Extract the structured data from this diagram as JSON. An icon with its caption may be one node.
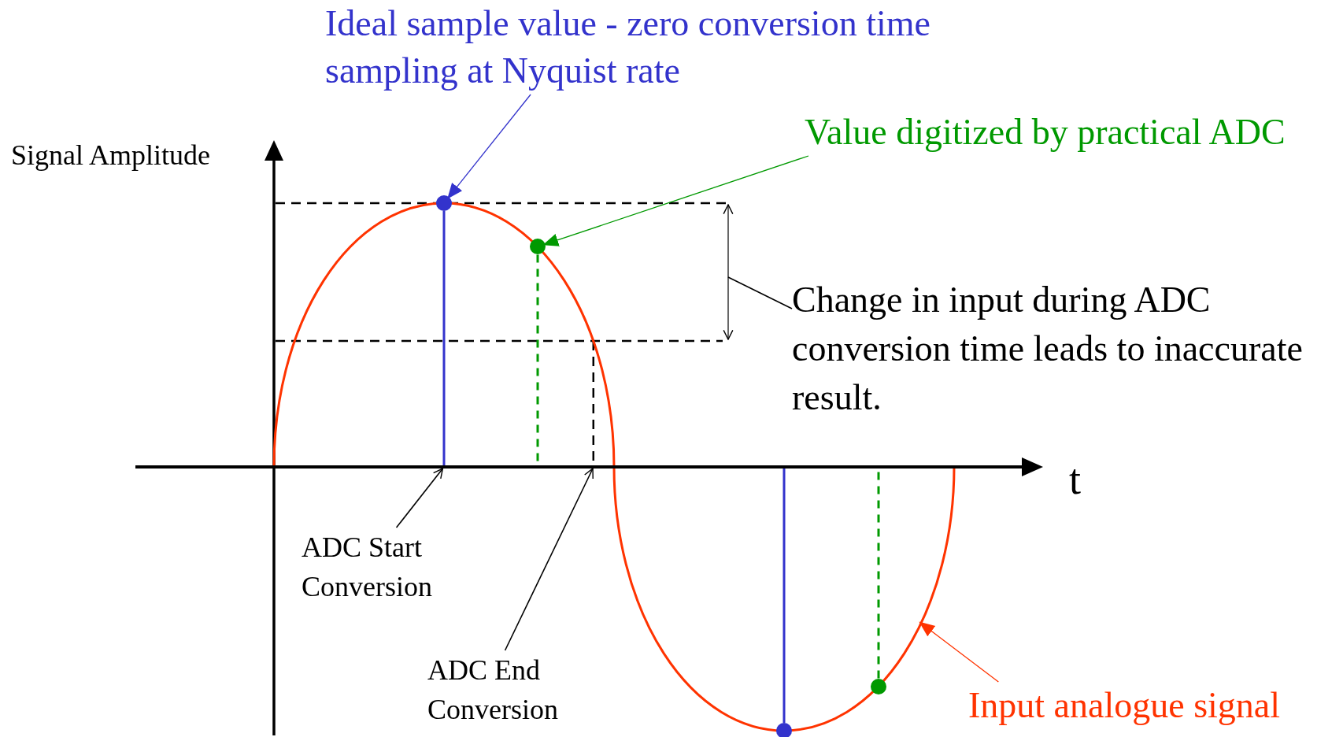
{
  "diagram": {
    "nodes": [
      {
        "text": [
          "Ideal sample value - zero conversion time sampling at Nyquist rate"
        ]
      },
      {
        "text": [
          "Value digitized by practical ADC"
        ]
      },
      {
        "text": [
          "Change in input during ADC conversion time leads to inaccurate result."
        ]
      },
      {
        "text": [
          "ADC Start Conversion"
        ]
      },
      {
        "text": [
          "ADC End Conversion"
        ]
      },
      {
        "text": [
          "Input analogue signal"
        ]
      },
      {
        "text": [],
        "shape": "circle"
      },
      {
        "text": [],
        "shape": "circle"
      },
      {
        "text": [],
        "shape": "circle"
      },
      {
        "text": [],
        "shape": "circle"
      },
      {
        "text": [],
        "shape": "bar"
      }
    ],
    "edges": [
      {
        "from": 0,
        "to": 6,
        "arrow": "to",
        "color": "#3333cc"
      },
      {
        "from": 1,
        "to": 7,
        "arrow": "to",
        "color": "#009900"
      },
      {
        "from": 2,
        "to": null,
        "arrow": "none",
        "color": "#000000"
      },
      {
        "from": 3,
        "to": 10,
        "arrow": "to",
        "color": "#000000"
      },
      {
        "from": 4,
        "to": 10,
        "arrow": "to",
        "color": "#000000"
      },
      {
        "from": 5,
        "to": null,
        "arrow": "to",
        "color": "#ff3300"
      },
      {
        "from": 6,
        "to": 10,
        "arrow": "none",
        "color": "#3333cc"
      },
      {
        "from": 7,
        "to": 10,
        "arrow": "none",
        "style": "dashed",
        "color": "#009900"
      },
      {
        "from": 8,
        "to": 10,
        "arrow": "none",
        "color": "#3333cc"
      },
      {
        "from": 9,
        "to": 10,
        "arrow": "none",
        "style": "dashed",
        "color": "#009900"
      }
    ],
    "labels": [
      "Signal Amplitude",
      "t"
    ]
  }
}
